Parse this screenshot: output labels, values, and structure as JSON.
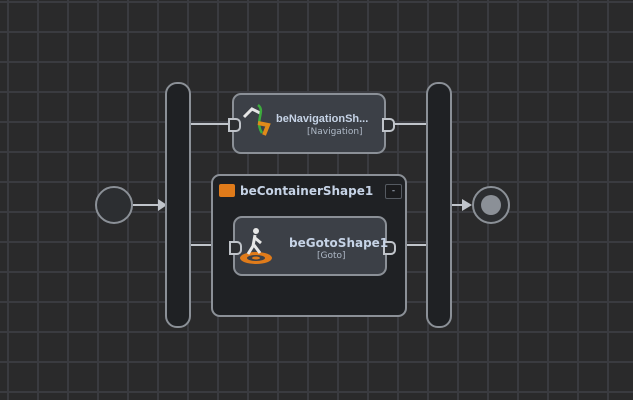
{
  "nodes": {
    "navigation": {
      "title": "beNavigationSh...",
      "type": "[Navigation]"
    },
    "container": {
      "title": "beContainerShape1",
      "collapse_label": "-"
    },
    "goto": {
      "title": "beGotoShape1",
      "type": "[Goto]"
    }
  },
  "colors": {
    "accent_orange": "#e07b1a",
    "border": "#8b9097"
  }
}
